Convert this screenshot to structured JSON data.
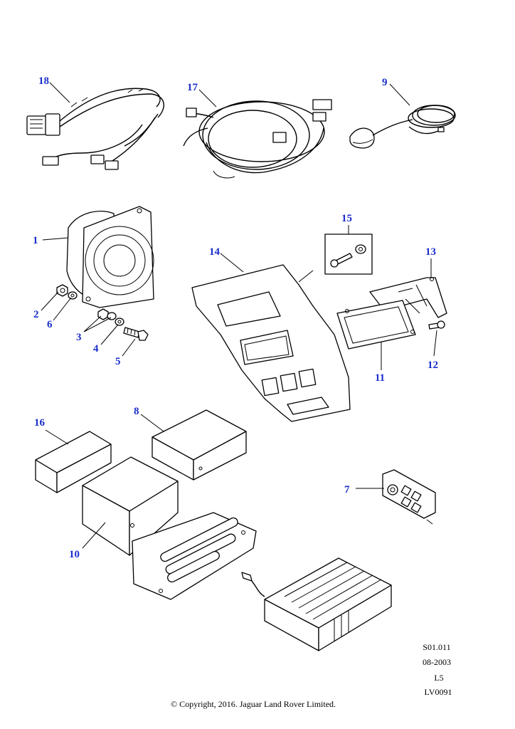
{
  "diagram": {
    "callouts": {
      "c1": "1",
      "c2": "2",
      "c3": "3",
      "c4": "4",
      "c5": "5",
      "c6": "6",
      "c7": "7",
      "c8": "8",
      "c9": "9",
      "c10": "10",
      "c11": "11",
      "c12": "12",
      "c13": "13",
      "c14": "14",
      "c15": "15",
      "c16": "16",
      "c17": "17",
      "c18": "18"
    },
    "callout_color": "#1a2ecc"
  },
  "footer": {
    "ref_code": "S01.011",
    "date": "08-2003",
    "level": "L5",
    "illustration_id": "LV0091",
    "copyright": "© Copyright, 2016. Jaguar Land Rover Limited."
  }
}
